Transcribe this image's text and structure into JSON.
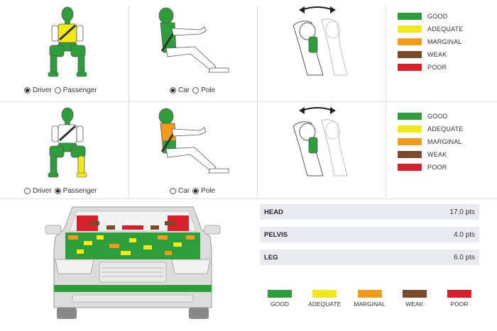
{
  "colors": {
    "good": "#2e9e3a",
    "adequate": "#f4e81c",
    "marginal": "#f39a1a",
    "weak": "#7a4a2a",
    "poor": "#d7202c"
  },
  "legend": {
    "items": [
      {
        "label": "GOOD",
        "color": "#2e9e3a"
      },
      {
        "label": "ADEQUATE",
        "color": "#f4e81c"
      },
      {
        "label": "MARGINAL",
        "color": "#f39a1a"
      },
      {
        "label": "WEAK",
        "color": "#7a4a2a"
      },
      {
        "label": "POOR",
        "color": "#d7202c"
      }
    ]
  },
  "row1": {
    "frontal_toggle": {
      "option_a": "Driver",
      "option_b": "Passenger",
      "selected": "Driver"
    },
    "side_toggle": {
      "option_a": "Car",
      "option_b": "Pole",
      "selected": "Car"
    }
  },
  "row2": {
    "frontal_toggle": {
      "option_a": "Driver",
      "option_b": "Passenger",
      "selected": "Passenger"
    },
    "side_toggle": {
      "option_a": "Car",
      "option_b": "Pole",
      "selected": "Pole"
    }
  },
  "scores": [
    {
      "name": "HEAD",
      "value": "17.0 pts"
    },
    {
      "name": "PELVIS",
      "value": "4.0 pts"
    },
    {
      "name": "LEG",
      "value": "6.0 pts"
    }
  ],
  "icons": [
    "frontal-dummy-icon",
    "side-dummy-icon",
    "whiplash-seat-icon",
    "pedestrian-car-icon",
    "double-arrow-icon"
  ]
}
